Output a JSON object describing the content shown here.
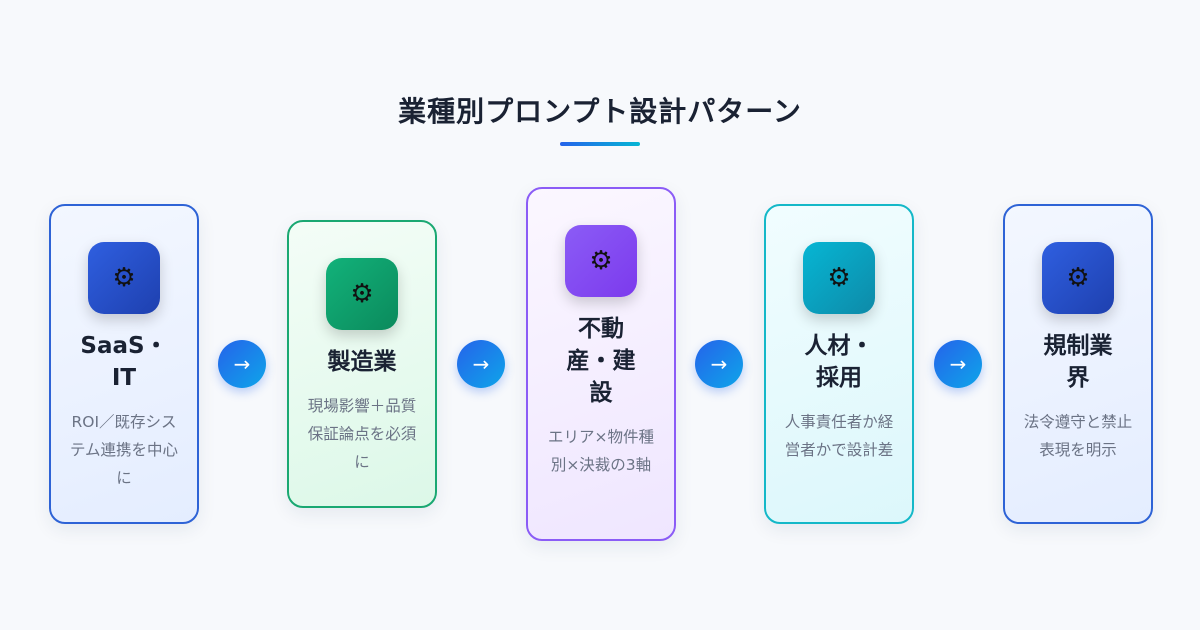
{
  "title": "業種別プロンプト設計パターン",
  "cards": [
    {
      "title": "SaaS・IT",
      "desc": "ROI／既存システム連携を中心に",
      "icon": "gear-icon",
      "color": "#2e63d6"
    },
    {
      "title": "製造業",
      "desc": "現場影響＋品質保証論点を必須に",
      "icon": "gear-icon",
      "color": "#1aa872"
    },
    {
      "title": "不動産・建設",
      "desc": "エリア×物件種別×決裁の3軸",
      "icon": "gear-icon",
      "color": "#8b5cf6"
    },
    {
      "title": "人材・採用",
      "desc": "人事責任者か経営者かで設計差",
      "icon": "gear-icon",
      "color": "#14b8c8"
    },
    {
      "title": "規制業界",
      "desc": "法令遵守と禁止表現を明示",
      "icon": "gear-icon",
      "color": "#2e63d6"
    }
  ],
  "arrow_symbol": "→",
  "gear_symbol": "⚙"
}
